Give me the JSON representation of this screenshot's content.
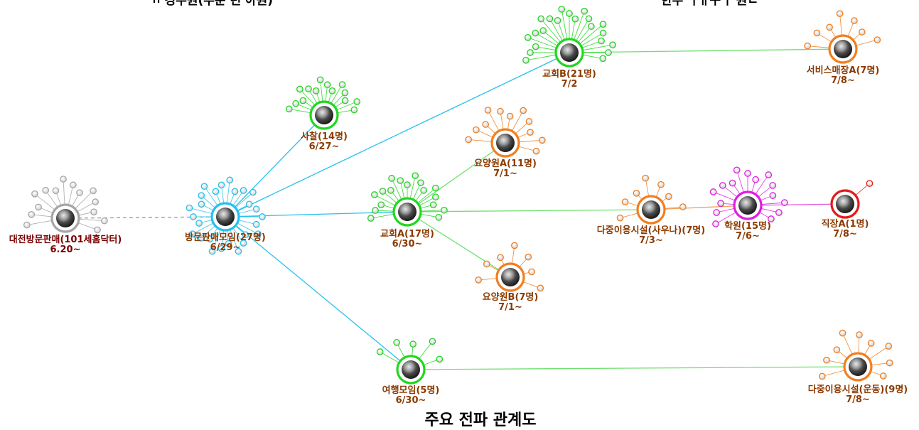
{
  "header": {
    "left_text": "ㄲ 경우원(부분 런 아원)",
    "right_text": "한주 ㅓㅐ구ㅓ 원ㄴ"
  },
  "caption": "주요 전파 관계도",
  "colors": {
    "gray": "#a6a6a6",
    "cyan": "#27c0ec",
    "green": "#22d622",
    "orange": "#f07f22",
    "magenta": "#e11ee1",
    "red": "#e31a1a",
    "label_brown": "#8b3a00",
    "label_darkred": "#7a0000",
    "edge_cyan": "#27c0ec",
    "edge_green": "#6ee06e",
    "edge_orange": "#f0a060",
    "edge_magenta": "#e060e0",
    "edge_gray": "#9a9a9a"
  },
  "clusters": [
    {
      "id": "daejeon",
      "name": "대전방문판매(101세홈닥터)",
      "date": "6.20~",
      "color": "gray"
    },
    {
      "id": "bangmun",
      "name": "방문판매모임(27명)",
      "date": "6/29~",
      "color": "cyan"
    },
    {
      "id": "sachal",
      "name": "사찰(14명)",
      "date": "6/27~",
      "color": "green"
    },
    {
      "id": "churchB",
      "name": "교회B(21명)",
      "date": "7/2",
      "color": "green"
    },
    {
      "id": "serviceA",
      "name": "서비스매장A(7명)",
      "date": "7/8~",
      "color": "orange"
    },
    {
      "id": "yoyangA",
      "name": "요양원A(11명)",
      "date": "7/1~",
      "color": "orange"
    },
    {
      "id": "churchA",
      "name": "교회A(17명)",
      "date": "6/30~",
      "color": "green"
    },
    {
      "id": "sauna",
      "name": "다중이용시설(사우나)(7명)",
      "date": "7/3~",
      "color": "orange"
    },
    {
      "id": "hakwon",
      "name": "학원(15명)",
      "date": "7/6~",
      "color": "magenta"
    },
    {
      "id": "jikjang",
      "name": "직장A(1명)",
      "date": "7/8~",
      "color": "red"
    },
    {
      "id": "yoyangB",
      "name": "요양원B(7명)",
      "date": "7/1~",
      "color": "orange"
    },
    {
      "id": "travel",
      "name": "여행모임(5명)",
      "date": "6/30~",
      "color": "green"
    },
    {
      "id": "gym",
      "name": "다중이용시설(운동)(9명)",
      "date": "7/8~",
      "color": "orange"
    }
  ],
  "edges": [
    {
      "from": "daejeon",
      "to": "bangmun",
      "style": "dashed",
      "color": "edge_gray"
    },
    {
      "from": "bangmun",
      "to": "sachal",
      "style": "solid",
      "color": "edge_cyan"
    },
    {
      "from": "bangmun",
      "to": "churchB",
      "style": "solid",
      "color": "edge_cyan"
    },
    {
      "from": "bangmun",
      "to": "churchA",
      "style": "solid",
      "color": "edge_cyan"
    },
    {
      "from": "bangmun",
      "to": "travel",
      "style": "solid",
      "color": "edge_cyan"
    },
    {
      "from": "churchB",
      "to": "serviceA",
      "style": "solid",
      "color": "edge_green"
    },
    {
      "from": "churchA",
      "to": "yoyangA",
      "style": "solid",
      "color": "edge_green"
    },
    {
      "from": "churchA",
      "to": "sauna",
      "style": "solid",
      "color": "edge_green"
    },
    {
      "from": "churchA",
      "to": "yoyangB",
      "style": "solid",
      "color": "edge_green"
    },
    {
      "from": "sauna",
      "to": "hakwon",
      "style": "solid",
      "color": "edge_orange"
    },
    {
      "from": "hakwon",
      "to": "jikjang",
      "style": "solid",
      "color": "edge_magenta"
    },
    {
      "from": "travel",
      "to": "gym",
      "style": "solid",
      "color": "edge_green"
    }
  ]
}
